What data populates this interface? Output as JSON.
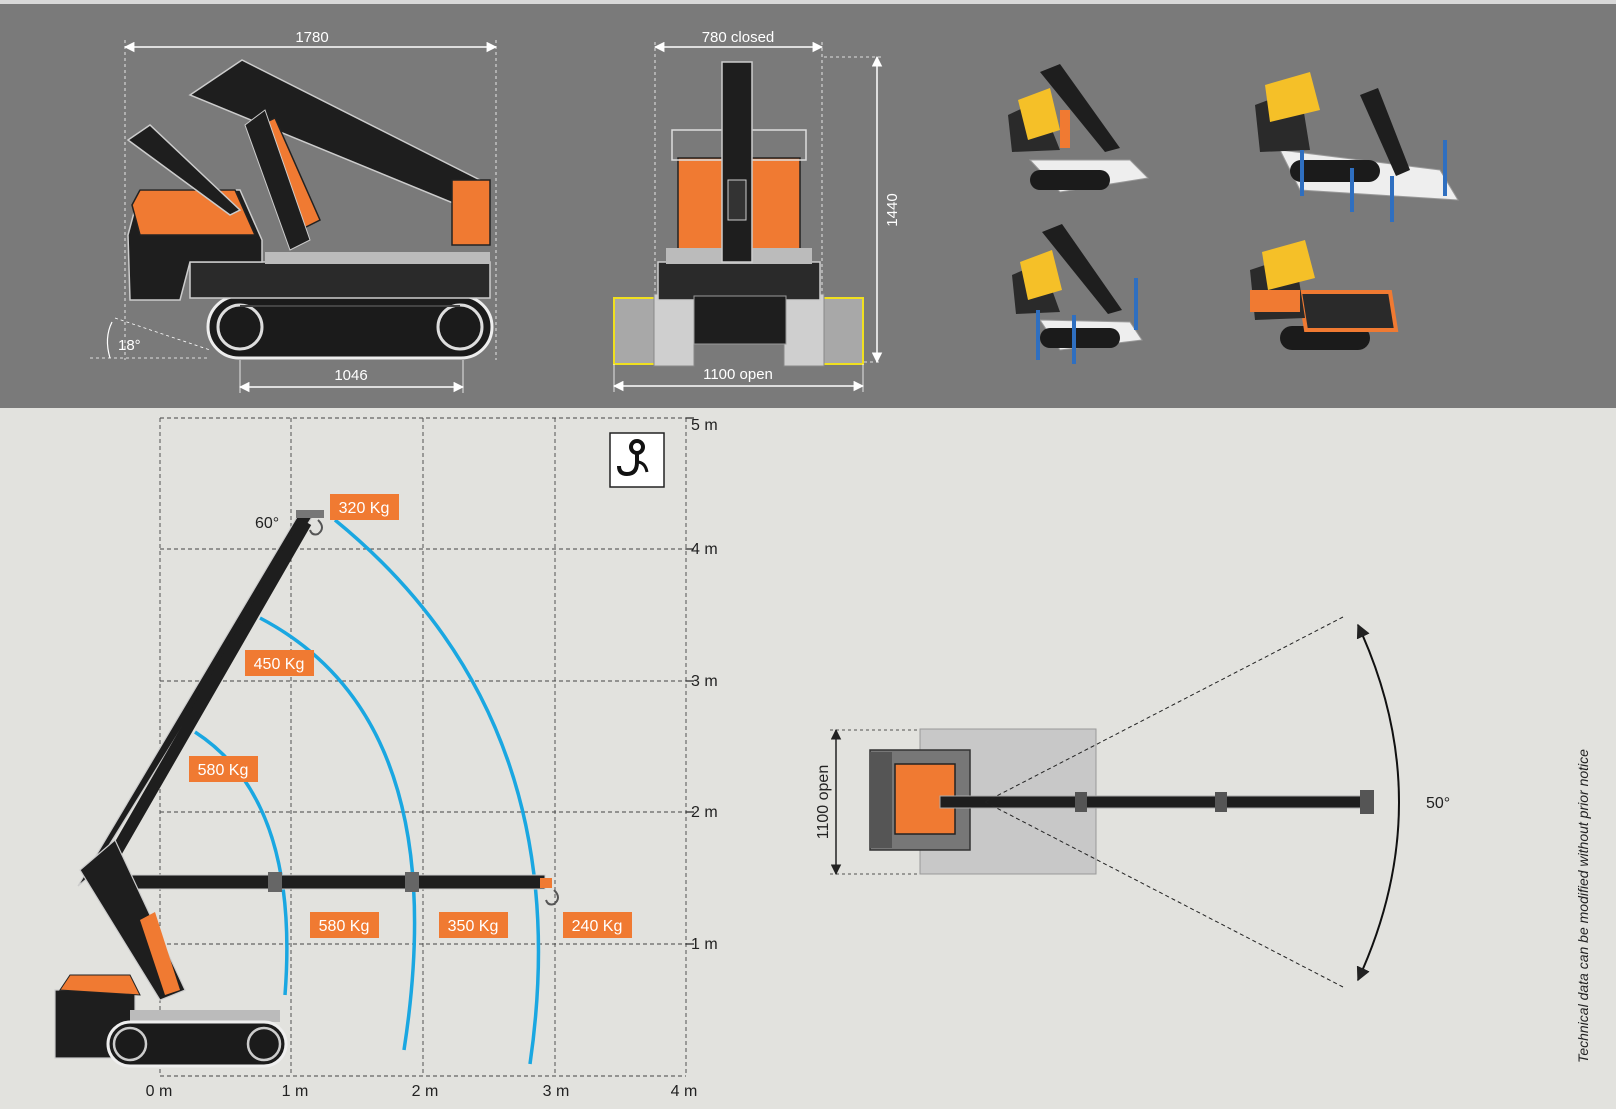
{
  "side_view": {
    "length": "1780",
    "track_length": "1046",
    "angle": "18°"
  },
  "front_view": {
    "width_closed": "780 closed",
    "width_open": "1100 open",
    "height": "1440"
  },
  "load_chart": {
    "boom_angle": "60°",
    "loads": [
      "320 Kg",
      "450 Kg",
      "580 Kg",
      "580 Kg",
      "350 Kg",
      "240 Kg"
    ],
    "x_ticks": [
      "0 m",
      "1 m",
      "2 m",
      "3 m",
      "4 m"
    ],
    "y_ticks": [
      "1 m",
      "2 m",
      "3 m",
      "4 m",
      "5 m"
    ],
    "hook_icon": "crane-hook-icon"
  },
  "top_view": {
    "width": "1100 open",
    "slew_angle": "50°"
  },
  "disclaimer": "Technical data can be modified without prior notice",
  "colors": {
    "orange": "#f07a32",
    "arc_blue": "#1aa7e1",
    "panel_grey": "#7a7a7a",
    "background": "#e2e2de",
    "outrigger_blue": "#2f6fc0"
  }
}
